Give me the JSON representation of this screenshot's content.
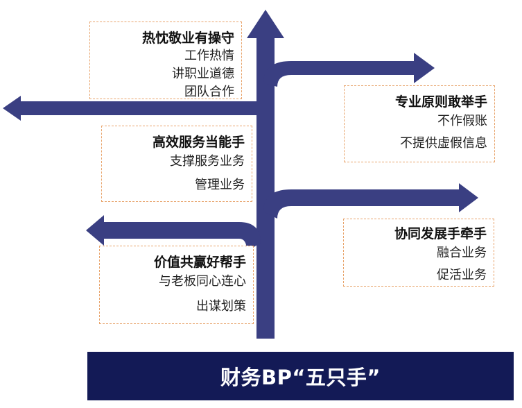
{
  "colors": {
    "arrow": "#3a3f82",
    "banner": "#131a56",
    "box_border": "#e8a36a"
  },
  "boxes": [
    {
      "title": "热忱敬业有操守",
      "lines": [
        "工作热情",
        "讲职业道德",
        "团队合作"
      ]
    },
    {
      "title": "专业原则敢举手",
      "lines": [
        "不作假账",
        "不提供虚假信息"
      ]
    },
    {
      "title": "高效服务当能手",
      "lines": [
        "支撑服务业务",
        "管理业务"
      ]
    },
    {
      "title": "协同发展手牵手",
      "lines": [
        "融合业务",
        "促活业务"
      ]
    },
    {
      "title": "价值共赢好帮手",
      "lines": [
        "与老板同心连心",
        "出谋划策"
      ]
    }
  ],
  "banner": {
    "text": "财务BP“五只手”"
  }
}
